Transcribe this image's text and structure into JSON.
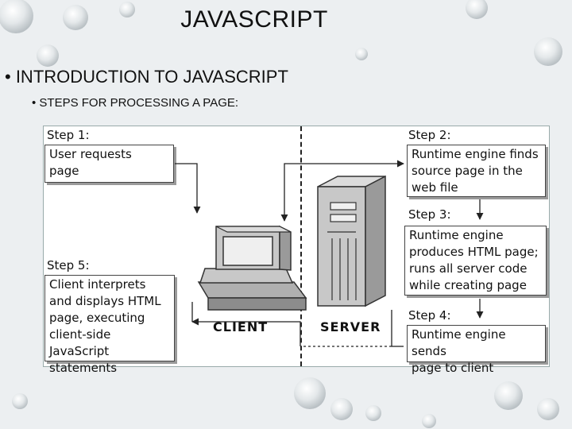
{
  "slide": {
    "title": "JAVASCRIPT",
    "bullet_main": "• INTRODUCTION TO JAVASCRIPT",
    "bullet_sub": "• STEPS FOR PROCESSING A PAGE:"
  },
  "diagram": {
    "steps": {
      "step1": {
        "label": "Step 1:",
        "text": "User requests\npage"
      },
      "step2": {
        "label": "Step 2:",
        "text": "Runtime engine finds\nsource page in the\nweb file"
      },
      "step3": {
        "label": "Step 3:",
        "text": "Runtime engine\nproduces HTML page;\nruns all server code\nwhile creating page"
      },
      "step4": {
        "label": "Step 4:",
        "text": "Runtime engine sends\npage to client"
      },
      "step5": {
        "label": "Step 5:",
        "text": "Client interprets\nand displays HTML\npage, executing\nclient-side JavaScript\nstatements"
      }
    },
    "client_label": "CLIENT",
    "server_label": "SERVER"
  },
  "colors": {
    "background": "#eceff1",
    "diagram_background": "#ffffff",
    "box_shadow": "#9a9a9a",
    "hardware_fill": "#c8c8c8"
  },
  "icons": {
    "client": "desktop-computer-icon",
    "server": "server-tower-icon"
  }
}
